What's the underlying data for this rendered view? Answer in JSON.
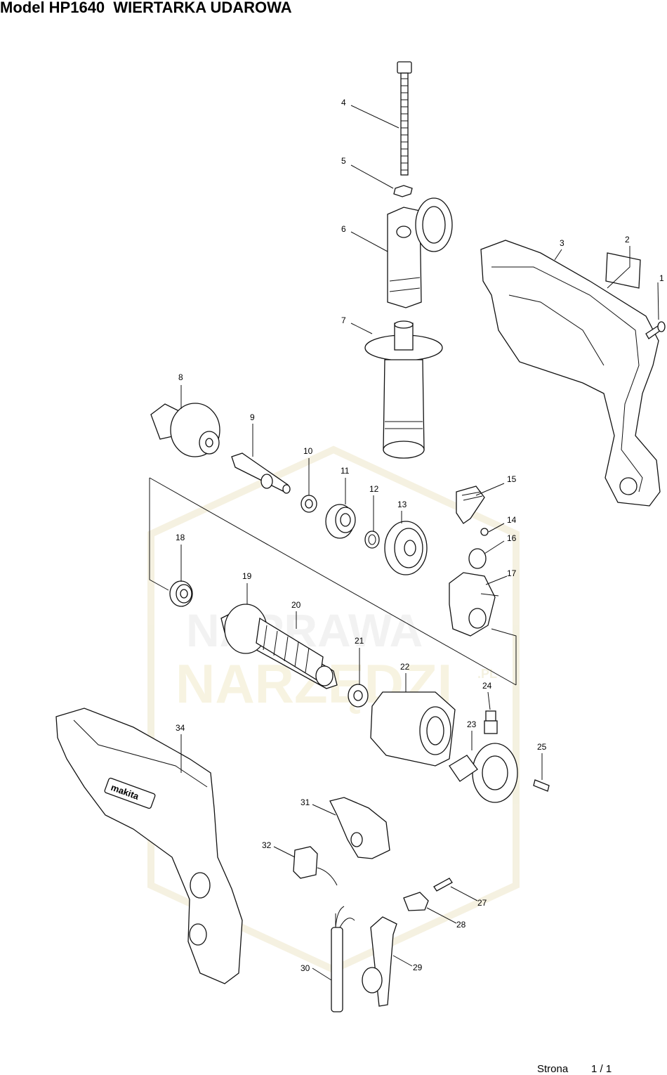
{
  "header": {
    "title": "Model HP1640  WIERTARKA UDAROWA"
  },
  "footer": {
    "page_label": "Strona",
    "page_number": "1 / 1"
  },
  "parts": [
    {
      "no": "1"
    },
    {
      "no": "2"
    },
    {
      "no": "3"
    },
    {
      "no": "4"
    },
    {
      "no": "5"
    },
    {
      "no": "6"
    },
    {
      "no": "7"
    },
    {
      "no": "8"
    },
    {
      "no": "9"
    },
    {
      "no": "10"
    },
    {
      "no": "11"
    },
    {
      "no": "12"
    },
    {
      "no": "13"
    },
    {
      "no": "14"
    },
    {
      "no": "15"
    },
    {
      "no": "16"
    },
    {
      "no": "17"
    },
    {
      "no": "18"
    },
    {
      "no": "19"
    },
    {
      "no": "20"
    },
    {
      "no": "21"
    },
    {
      "no": "22"
    },
    {
      "no": "23"
    },
    {
      "no": "24"
    },
    {
      "no": "25"
    },
    {
      "no": "27"
    },
    {
      "no": "28"
    },
    {
      "no": "29"
    },
    {
      "no": "30"
    },
    {
      "no": "31"
    },
    {
      "no": "32"
    },
    {
      "no": "34"
    }
  ],
  "brand_text": "makita",
  "watermark_text": [
    "NAPRAWA",
    "NARZĘDZI",
    ".PL"
  ]
}
